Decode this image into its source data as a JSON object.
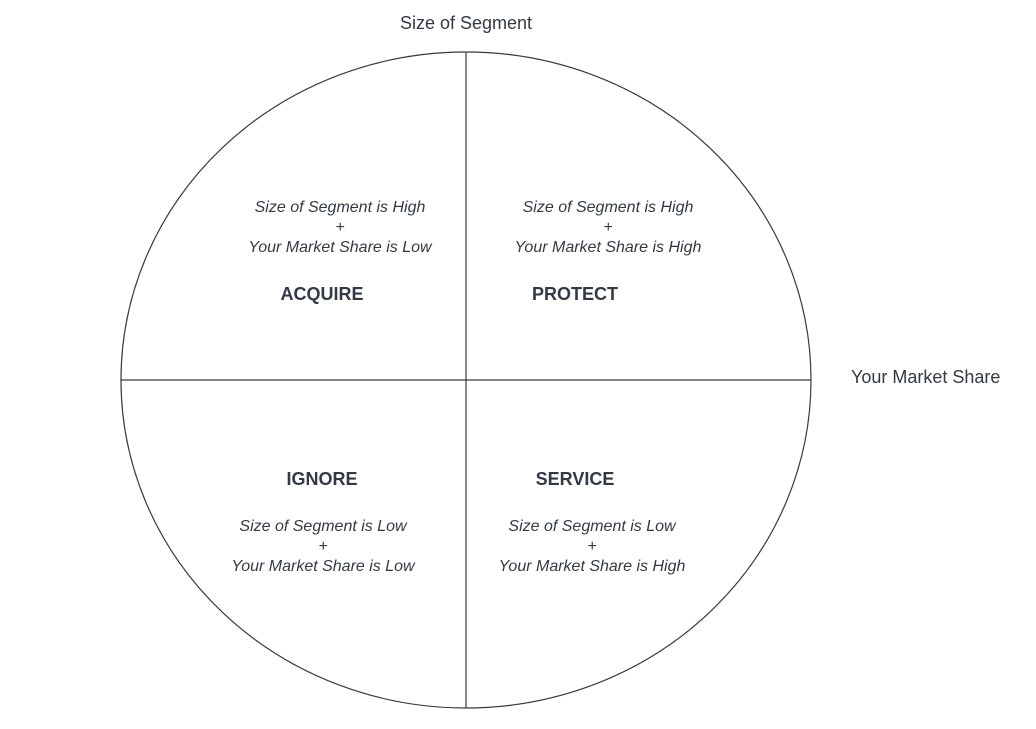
{
  "diagram": {
    "vertical_axis_label": "Size of Segment",
    "horizontal_axis_label": "Your Market Share",
    "quadrants": {
      "acquire": {
        "title": "ACQUIRE",
        "line1": "Size of Segment is High",
        "plus": "+",
        "line2": "Your Market Share is Low"
      },
      "protect": {
        "title": "PROTECT",
        "line1": "Size of Segment is High",
        "plus": "+",
        "line2": "Your Market Share is High"
      },
      "ignore": {
        "title": "IGNORE",
        "line1": "Size of Segment is Low",
        "plus": "+",
        "line2": "Your Market Share is Low"
      },
      "service": {
        "title": "SERVICE",
        "line1": "Size of Segment is Low",
        "plus": "+",
        "line2": "Your Market Share is High"
      }
    }
  }
}
